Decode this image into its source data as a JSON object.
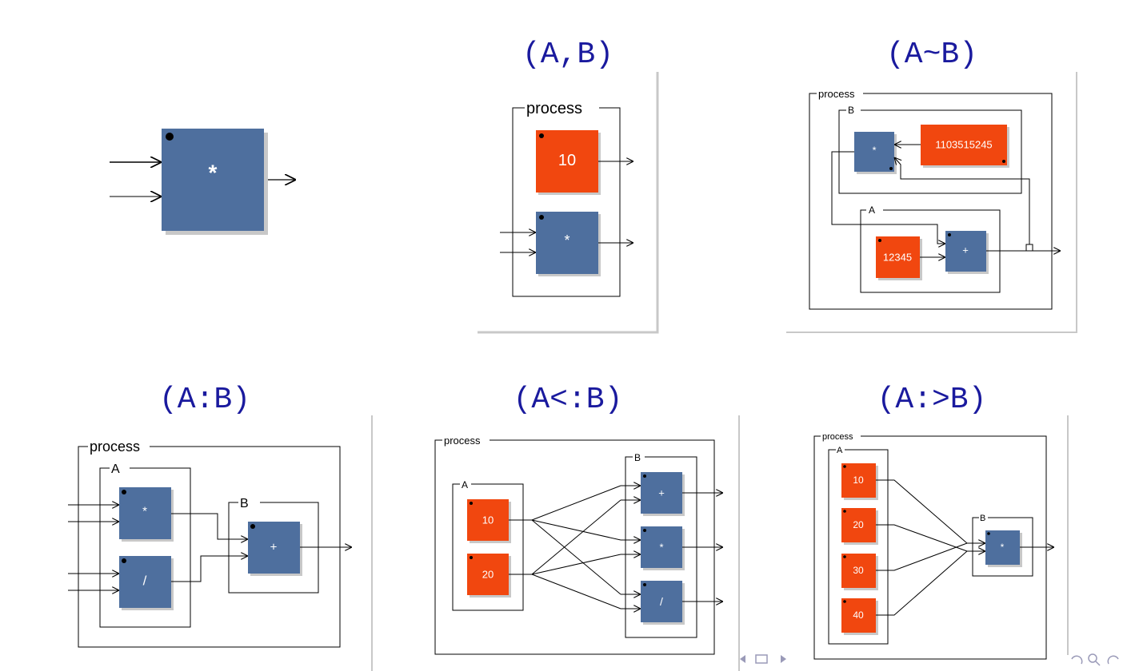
{
  "slide": {
    "titles": {
      "parallel": "(A,B)",
      "recursive": "(A~B)",
      "sequential": "(A:B)",
      "split": "(A<:B)",
      "merge": "(A:>B)"
    },
    "group_labels": {
      "process": "process",
      "a": "A",
      "b": "B"
    },
    "block_labels": {
      "mul": "*",
      "add": "+",
      "div": "/",
      "num_10": "10",
      "num_20": "20",
      "num_30": "30",
      "num_40": "40",
      "num_12345": "12345",
      "num_1103515245": "1103515245"
    },
    "nav_icons": [
      "triangle-left-icon",
      "frame-icon",
      "triangle-right-icon",
      "undo-icon",
      "search-icon",
      "redo-icon"
    ]
  },
  "colors": {
    "title": "#1a1a9e",
    "block_blue": "#4e6f9e",
    "block_orange": "#f1470f",
    "shadow": "#c8c8c8",
    "panel_border": "#c8c8c8"
  }
}
